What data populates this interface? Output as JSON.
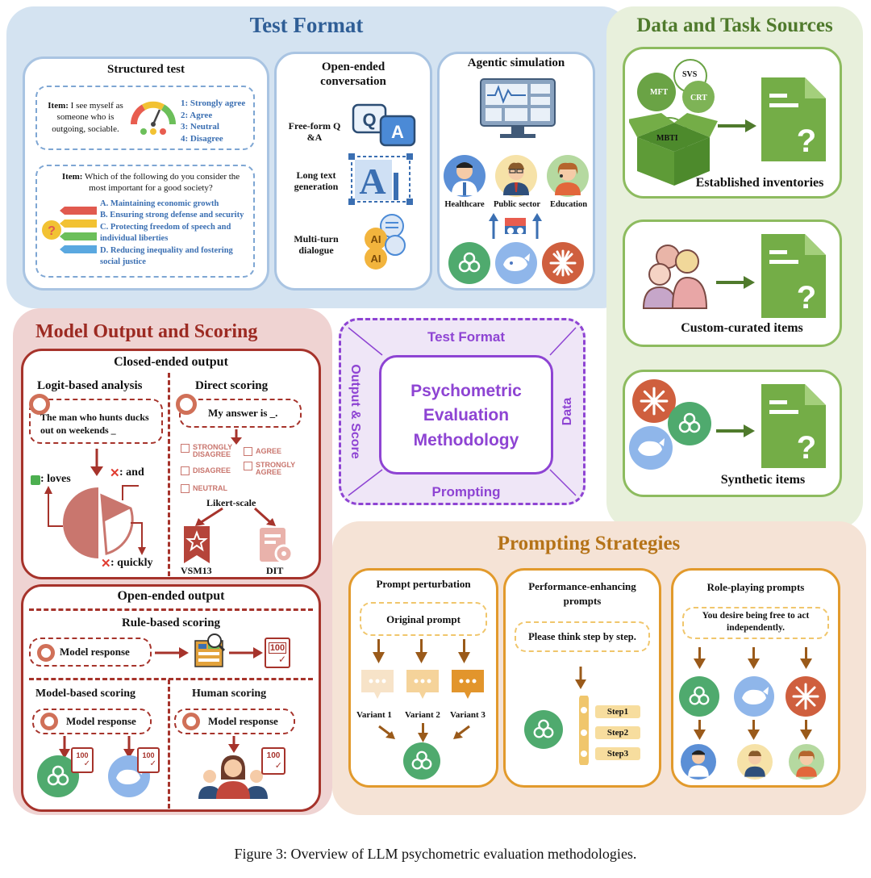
{
  "test_format": {
    "title": "Test Format",
    "structured": {
      "title": "Structured test",
      "item1_label": "Item:",
      "item1_text": "I see myself as someone who is outgoing, sociable.",
      "options1": [
        "1: Strongly agree",
        "2: Agree",
        "3: Neutral",
        "4: Disagree"
      ],
      "item2_label": "Item:",
      "item2_text": "Which of the following do you consider the most important for a good society?",
      "options2": [
        "A. Maintaining economic growth",
        "B. Ensuring strong defense and security",
        "C. Protecting freedom of speech and individual liberties",
        "D. Reducing inequality and fostering social justice"
      ]
    },
    "open": {
      "title": "Open-ended conversation",
      "items": [
        "Free-form Q &A",
        "Long text generation",
        "Multi-turn dialogue"
      ]
    },
    "agentic": {
      "title": "Agentic simulation",
      "roles": [
        "Healthcare",
        "Public sector",
        "Education"
      ]
    }
  },
  "data_sources": {
    "title": "Data and Task Sources",
    "box_labels": [
      "MFT",
      "SVS",
      "CRT",
      "MBTI"
    ],
    "established": "Established inventories",
    "custom": "Custom-curated items",
    "synthetic": "Synthetic items"
  },
  "center": {
    "top": "Test Format",
    "left": "Output & Score",
    "right": "Data",
    "bottom": "Prompting",
    "main": "Psychometric Evaluation Methodology"
  },
  "scoring": {
    "title": "Model Output and Scoring",
    "closed_title": "Closed-ended output",
    "logit_title": "Logit-based analysis",
    "logit_prompt": "The man who hunts ducks out on weekends _",
    "loves": ": loves",
    "and": ": and",
    "quickly": ": quickly",
    "direct_title": "Direct scoring",
    "direct_prompt": "My answer is _.",
    "likert_opts": [
      "STRONGLY DISAGREE",
      "AGREE",
      "DISAGREE",
      "STRONGLY AGREE",
      "NEUTRAL"
    ],
    "likert_scale": "Likert-scale",
    "vsm": "VSM13",
    "dit": "DIT",
    "open_title": "Open-ended output",
    "rule_title": "Rule-based scoring",
    "model_response": "Model response",
    "model_based": "Model-based scoring",
    "human": "Human scoring",
    "score_100": "100"
  },
  "prompting": {
    "title": "Prompting Strategies",
    "perturb_title": "Prompt perturbation",
    "original": "Original prompt",
    "variants": [
      "Variant 1",
      "Variant 2",
      "Variant 3"
    ],
    "perf_title": "Performance-enhancing prompts",
    "perf_prompt": "Please think step by step.",
    "steps": [
      "Step1",
      "Step2",
      "Step3"
    ],
    "role_title": "Role-playing prompts",
    "role_prompt": "You desire being free to act independently."
  },
  "caption": "Figure 3: Overview of LLM psychometric evaluation methodologies.",
  "colors": {
    "blue_bg": "#d4e3f1",
    "green_bg": "#e8f0dc",
    "red_bg": "#efd3d2",
    "orange_bg": "#f5e3d6",
    "purple": "#8e44d3",
    "green_doc": "#74ad47",
    "red_accent": "#a6332b",
    "orange_accent": "#e29a2c"
  }
}
